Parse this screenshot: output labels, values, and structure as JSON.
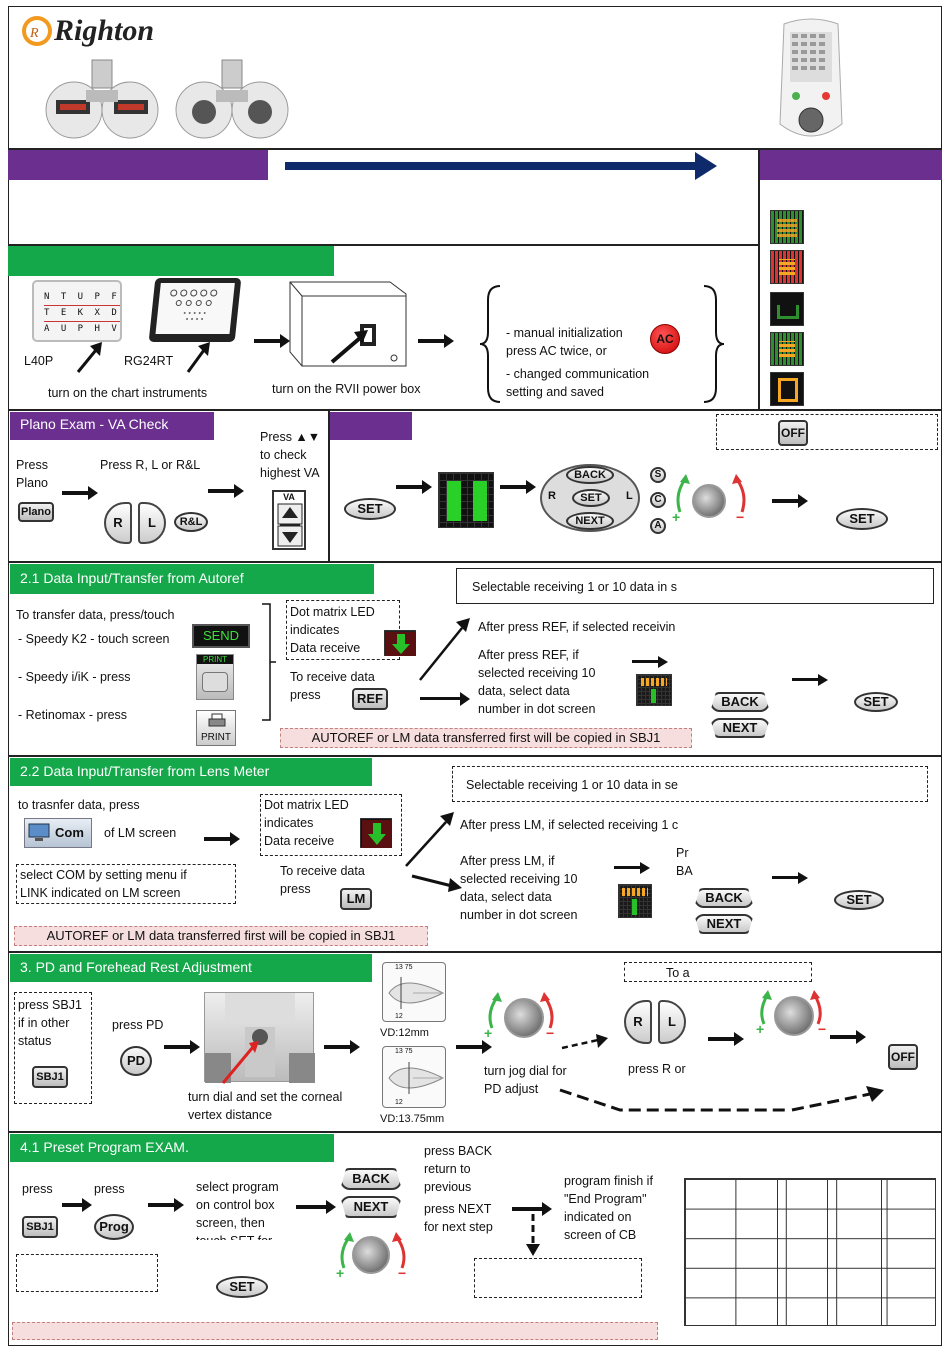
{
  "brand": "Righton",
  "panels": {
    "power": {
      "chart1": "L40P",
      "chart2": "RG24RT",
      "chart_rows": [
        "N T U P F",
        "T E K X D",
        "A U P H V"
      ],
      "caption_charts": "turn on the chart instruments",
      "caption_power": "turn on the RVII power box",
      "bullet1": "- manual initialization\npress AC twice, or",
      "bullet2": "- changed communication\nsetting and saved",
      "ac_label": "AC"
    },
    "plano": {
      "title": "Plano Exam - VA Check",
      "press_plano": "Press\nPlano",
      "plano_btn": "Plano",
      "press_rl": "Press R, L or R&L",
      "r": "R",
      "l": "L",
      "rl": "R&L",
      "press_updown": "Press ▲▼\nto check\nhighest VA",
      "va": "VA",
      "set": "SET",
      "back": "BACK",
      "next": "NEXT",
      "s": "S",
      "c": "C",
      "a": "A",
      "off": "OFF"
    },
    "autoref": {
      "title": "2.1 Data Input/Transfer from Autoref",
      "selectable": "Selectable receiving 1 or 10 data in s",
      "to_transfer": "To transfer data, press/touch",
      "k2": "- Speedy K2 - touch screen",
      "send": "SEND",
      "ik": "- Speedy i/iK - press",
      "print_small": "PRINT",
      "retinomax": "- Retinomax - press",
      "print_btn": "PRINT",
      "dot_matrix": "Dot matrix LED\n indicates\nData receive",
      "receive": "To receive data\n press",
      "ref": "REF",
      "after1": "After press REF, if selected receivin",
      "after10": "After press REF, if\nselected receiving 10\ndata, select data\nnumber in dot screen",
      "back": "BACK",
      "next": "NEXT",
      "set": "SET",
      "note": "AUTOREF or LM data transferred first will be copied in SBJ1"
    },
    "lensmeter": {
      "title": "2.2 Data Input/Transfer from Lens Meter",
      "selectable": "Selectable receiving 1 or 10 data in se",
      "to_transfer": "to trasnfer data, press",
      "com": "Com",
      "of_lm": "of LM screen",
      "select_com": "select COM by setting menu if\nLINK indicated on LM screen",
      "dot_matrix": "Dot matrix LED\n indicates\nData receive",
      "receive": "To receive data\n press",
      "lm": "LM",
      "after1": "After press LM, if selected receiving 1 c",
      "after10": "After press LM, if\nselected receiving 10\ndata, select data\nnumber in dot screen",
      "pr": "Pr\nBA",
      "back": "BACK",
      "next": "NEXT",
      "set": "SET",
      "note": "AUTOREF or LM data transferred first will be copied in SBJ1"
    },
    "pd": {
      "title": "3. PD and Forehead Rest Adjustment",
      "press_sbj1": "press SBJ1\n if in other\nstatus",
      "sbj1": "SBJ1",
      "press_pd": "press PD",
      "pd": "PD",
      "turn_dial": "turn dial and set the corneal\nvertex distance",
      "vd1_top": "13  75",
      "vd1_bottom": "12",
      "vd1": "VD:12mm",
      "vd2_top": "13  75",
      "vd2_bottom": "12",
      "vd2": "VD:13.75mm",
      "jog": "turn jog dial for\nPD adjust",
      "to_a": "To a",
      "r": "R",
      "l": "L",
      "press_r": "press R or",
      "off": "OFF"
    },
    "preset": {
      "title": "4.1 Preset Program EXAM.",
      "press1": "press",
      "sbj1": "SBJ1",
      "press2": "press",
      "prog": "Prog",
      "select_program": "select program\non control box\nscreen, then\ntouch SET for",
      "back": "BACK",
      "next": "NEXT",
      "set": "SET",
      "press_back": "press BACK\nreturn to\nprevious",
      "press_next": "press NEXT\nfor next step",
      "program_finish": "program finish if\n\"End Program\"\nindicated on\nscreen of CB"
    }
  }
}
